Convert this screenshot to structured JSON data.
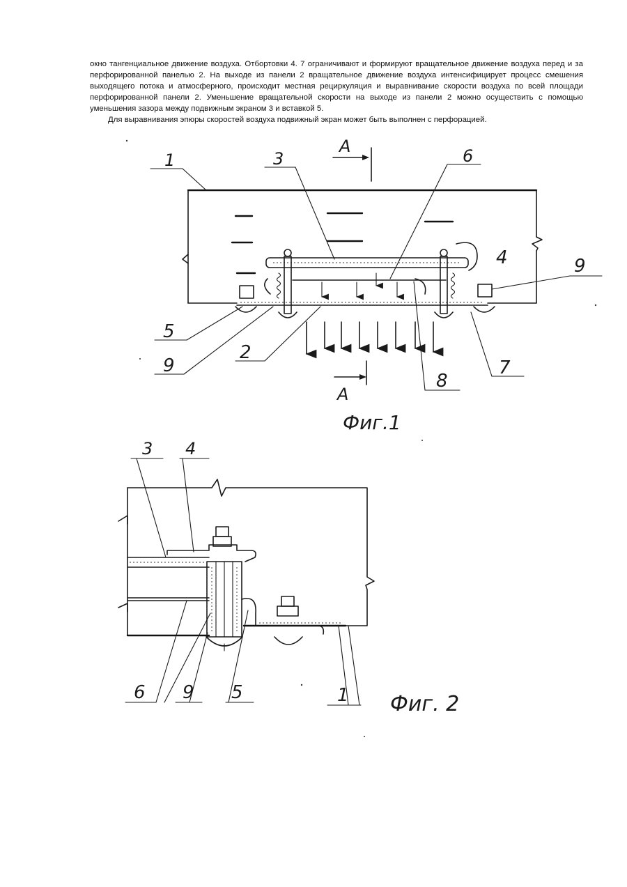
{
  "text": {
    "paragraph_1": "окно тангенциальное движение воздуха. Отбортовки 4. 7 ограничивают и формируют вращательное движение воздуха перед и за перфорированной панелью 2. На выходе из панели 2 вращательное движение воздуха интенсифицирует процесс смешения выходящего потока и атмосферного, происходит местная рециркуляция и выравнивание скорости воздуха по всей площади перфорированной панели 2. Уменьшение вращательной скорости на выходе из панели 2 можно осуществить с помощью уменьшения зазора между подвижным экраном 3 и вставкой 5.",
    "paragraph_2": "Для выравнивания эпюры скоростей воздуха подвижный экран может быть выполнен с перфорацией."
  },
  "figure_1": {
    "caption": "Фиг.1",
    "section_top": "А",
    "section_bottom": "А",
    "labels": {
      "l1": "1",
      "l2": "2",
      "l3": "3",
      "l4": "4",
      "l5": "5",
      "l6": "6",
      "l7": "7",
      "l8": "8",
      "l9a": "9",
      "l9b": "9"
    }
  },
  "figure_2": {
    "caption": "Фиг. 2",
    "labels": {
      "l1": "1",
      "l3": "3",
      "l4": "4",
      "l5": "5",
      "l6": "6",
      "l9": "9"
    }
  }
}
